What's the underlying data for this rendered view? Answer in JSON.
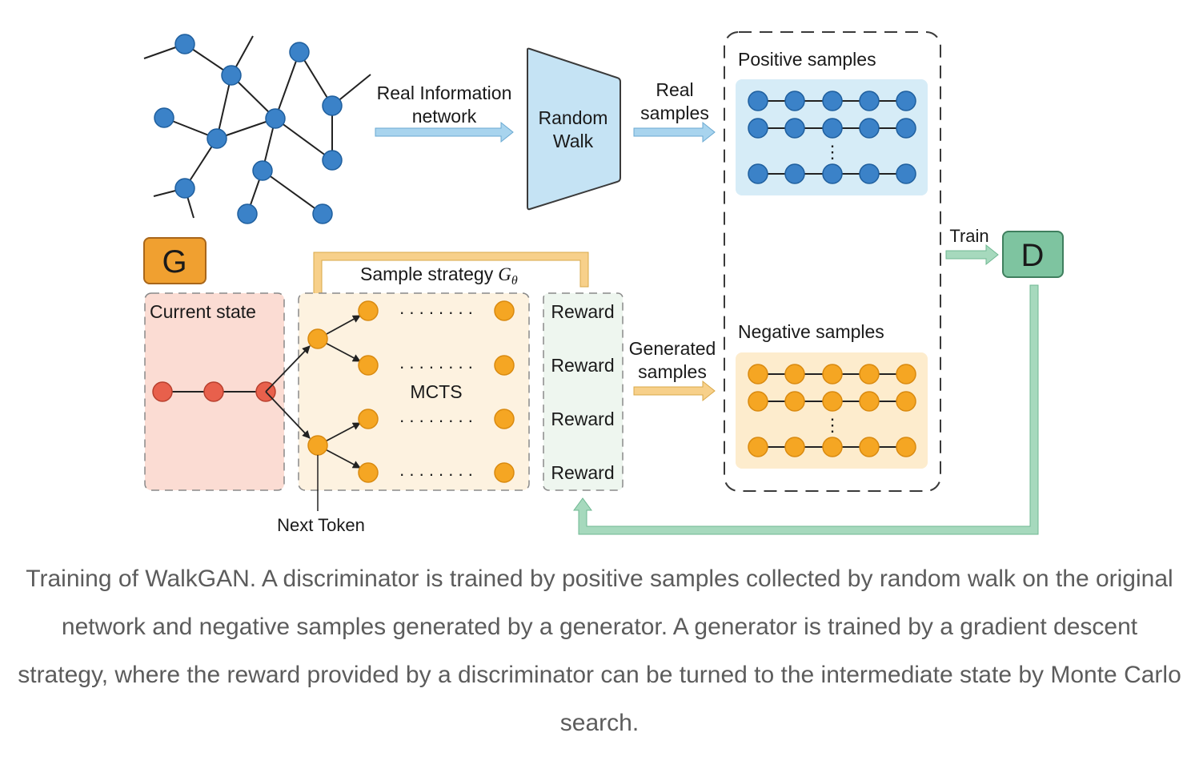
{
  "labels": {
    "real_info_line1": "Real Information",
    "real_info_line2": "network",
    "random_walk_line1": "Random",
    "random_walk_line2": "Walk",
    "real_samples_line1": "Real",
    "real_samples_line2": "samples",
    "positive_samples": "Positive samples",
    "negative_samples": "Negative samples",
    "train": "Train",
    "d_box": "D",
    "g_box": "G",
    "sample_strategy": "Sample strategy",
    "sample_strategy_symbol": "G",
    "sample_strategy_subscript": "θ",
    "current_state": "Current state",
    "mcts": "MCTS",
    "next_token": "Next Token",
    "generated_samples_line1": "Generated",
    "generated_samples_line2": "samples",
    "ellipsis": ". . . . . . . .",
    "vertical_ellipsis": "⋮"
  },
  "reward_labels": [
    "Reward",
    "Reward",
    "Reward",
    "Reward"
  ],
  "caption": "Training of WalkGAN. A discriminator is trained by positive samples collected by random walk on the original network and negative samples generated by a generator. A generator is trained by a gradient descent strategy, where the reward provided by a discriminator can be turned to the intermediate state by Monte Carlo search.",
  "colors": {
    "blue_node": "#3b82c8",
    "orange_node": "#f5a623",
    "red_node": "#e8604c",
    "g_box": "#f0a030",
    "d_box": "#7ec4a0",
    "positive_bg": "#d6ecf7",
    "negative_bg": "#fdeccd",
    "current_state_bg": "#fbdcd3",
    "mcts_bg": "#fdf2e0",
    "reward_bg": "#eef6ef",
    "blue_arrow": "#a8d4ee",
    "orange_arrow": "#f7d08a",
    "green_arrow": "#a6d9bd"
  }
}
